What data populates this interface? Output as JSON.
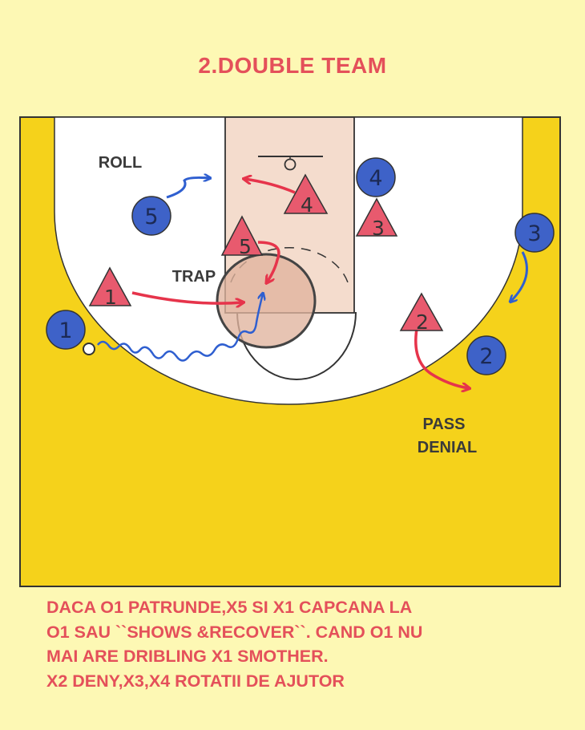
{
  "title": "2.DOUBLE TEAM",
  "labels": {
    "roll": "ROLL",
    "trap": "TRAP",
    "pass_line1": "PASS",
    "pass_line2": "DENIAL"
  },
  "offense_players": [
    "1",
    "2",
    "3",
    "4",
    "5"
  ],
  "defense_players": [
    "1",
    "2",
    "3",
    "4",
    "5"
  ],
  "caption_lines": [
    "DACA O1 PATRUNDE,X5 SI X1 CAPCANA LA",
    "O1 SAU ``SHOWS &RECOVER``. CAND O1 NU",
    "MAI ARE DRIBLING X1 SMOTHER.",
    "X2 DENY,X3,X4 ROTATII DE AJUTOR"
  ],
  "colors": {
    "background": "#fdf8b4",
    "court": "#f5d21b",
    "offense": "#3e62c8",
    "defense": "#e85a6e",
    "text": "#e4505a",
    "arrow_offense": "#2f5fd0",
    "arrow_defense": "#e6344b"
  }
}
